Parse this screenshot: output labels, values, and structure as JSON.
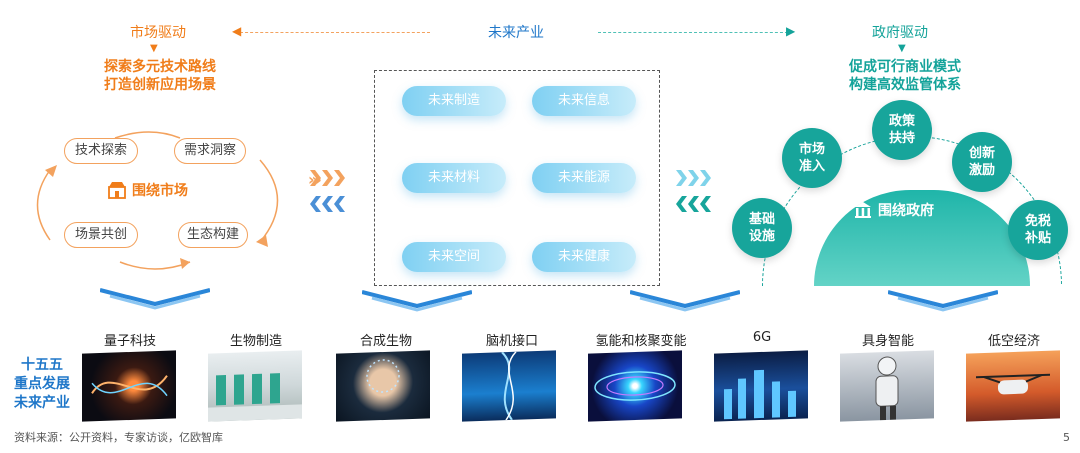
{
  "header": {
    "left_title": "市场驱动",
    "center_title": "未来产业",
    "right_title": "政府驱动"
  },
  "market": {
    "subtitle_line1": "探索多元技术路线",
    "subtitle_line2": "打造创新应用场景",
    "center": "围绕市场",
    "items": [
      "技术探索",
      "需求洞察",
      "场景共创",
      "生态构建"
    ]
  },
  "industries": [
    "未来制造",
    "未来信息",
    "未来材料",
    "未来能源",
    "未来空间",
    "未来健康"
  ],
  "government": {
    "subtitle_line1": "促成可行商业模式",
    "subtitle_line2": "构建高效监管体系",
    "center": "围绕政府",
    "items": [
      {
        "line1": "基础",
        "line2": "设施"
      },
      {
        "line1": "市场",
        "line2": "准入"
      },
      {
        "line1": "政策",
        "line2": "扶持"
      },
      {
        "line1": "创新",
        "line2": "激励"
      },
      {
        "line1": "免税",
        "line2": "补贴"
      }
    ]
  },
  "future_title": {
    "line1": "十五五",
    "line2": "重点发展",
    "line3": "未来产业"
  },
  "future_industries": [
    "量子科技",
    "生物制造",
    "合成生物",
    "脑机接口",
    "氢能和核聚变能",
    "6G",
    "具身智能",
    "低空经济"
  ],
  "source": "资料来源：公开资料，专家访谈，亿欧智库",
  "page_number": "5",
  "colors": {
    "orange": "#f07d1a",
    "teal": "#17a59b",
    "blue": "#1f77c9"
  }
}
